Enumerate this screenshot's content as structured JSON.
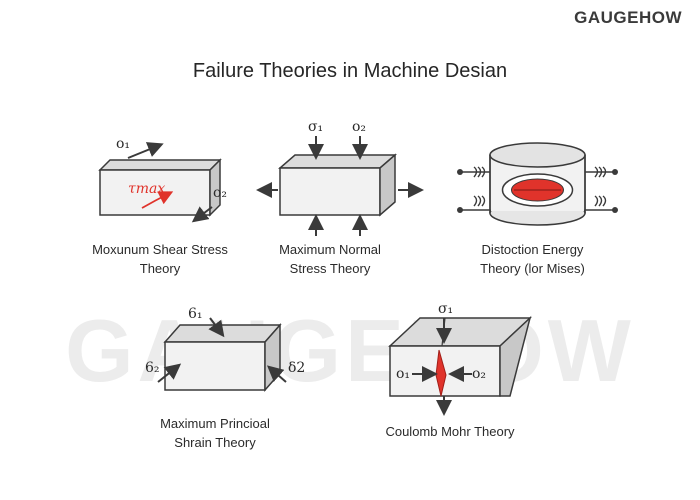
{
  "brand": "GAUGEHOW",
  "title": "Failure Theories in Machine Desian",
  "watermark": "GAUGEHOW",
  "theories": [
    {
      "caption_line1": "Moxunum Shear Stress",
      "caption_line2": "Theory",
      "labels": {
        "sigma1": "o₁",
        "sigma2": "o₂",
        "tau": "τmax"
      }
    },
    {
      "caption_line1": "Maximum Normal",
      "caption_line2": "Stress Theory",
      "labels": {
        "sigma1": "σ₁",
        "sigma2": "o₂"
      }
    },
    {
      "caption_line1": "Distoction Energy",
      "caption_line2": "Theory (lor Mises)",
      "labels": {}
    },
    {
      "caption_line1": "Maximum Princioal",
      "caption_line2": "Shrain Theory",
      "labels": {
        "top": "6₁",
        "left": "6₂",
        "right": "δ2"
      }
    },
    {
      "caption_line1": "Coulomb Mohr Theory",
      "caption_line2": "",
      "labels": {
        "top": "σ₁",
        "left": "o₁",
        "right": "o₂"
      }
    }
  ],
  "colors": {
    "accent_red": "#e0332b",
    "block_face": "#f2f2f2",
    "outline": "#3a3a3a"
  }
}
